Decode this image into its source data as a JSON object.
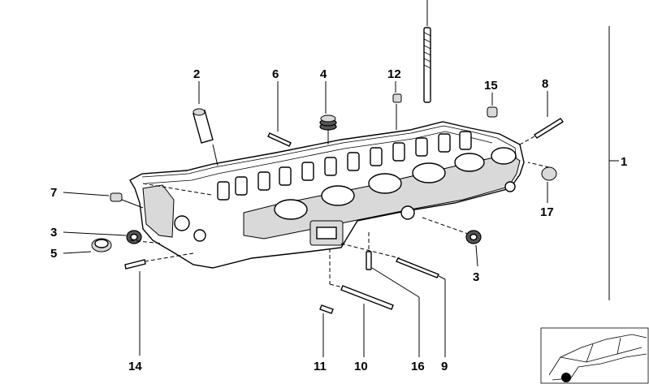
{
  "callouts": {
    "c1": "1",
    "c2": "2",
    "c3a": "3",
    "c3b": "3",
    "c4": "4",
    "c5": "5",
    "c6": "6",
    "c7": "7",
    "c8": "8",
    "c9": "9",
    "c10": "10",
    "c11": "11",
    "c12": "12",
    "c14": "14",
    "c15": "15",
    "c16": "16",
    "c17": "17"
  },
  "colors": {
    "line": "#000000",
    "background": "#ffffff",
    "shade": "#d9d9d9"
  },
  "icons": {
    "thumbnail": "car-silhouette-icon"
  }
}
